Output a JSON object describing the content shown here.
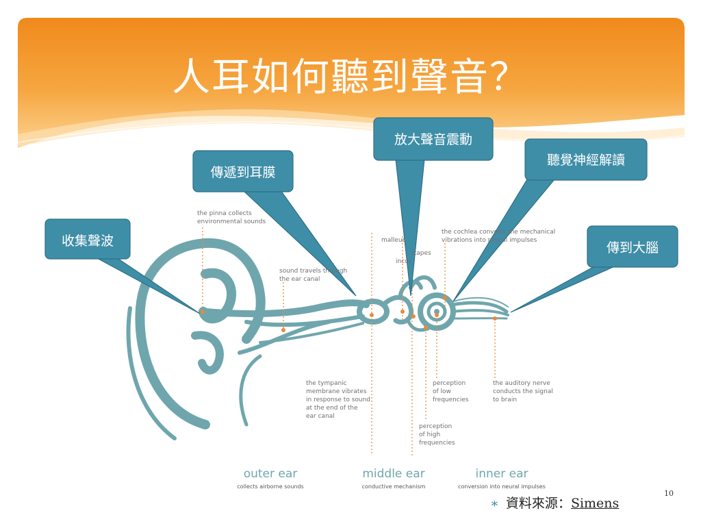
{
  "slide": {
    "title": "人耳如何聽到聲音？",
    "page_number": "10",
    "source_prefix": "資料來源：",
    "source_link": "Simens",
    "bullet": "∗"
  },
  "colors": {
    "banner_orange": "#f39a2a",
    "banner_light": "#fbc879",
    "callout_fill": "#3f8ea8",
    "callout_stroke": "#2d6f86",
    "ear_teal": "#6fa6ad",
    "marker_orange": "#e88a3c"
  },
  "callouts": [
    {
      "id": "collect",
      "label": "收集聲波"
    },
    {
      "id": "eardrum",
      "label": "傳遞到耳膜"
    },
    {
      "id": "amplify",
      "label": "放大聲音震動"
    },
    {
      "id": "decode",
      "label": "聽覺神經解讀"
    },
    {
      "id": "brain",
      "label": "傳到大腦"
    }
  ],
  "diagram": {
    "pinna": "the pinna collects\nenvironmental sounds",
    "canal": "sound travels through\nthe ear canal",
    "malleus": "malleus",
    "incus": "incus",
    "stapes": "stapes",
    "cochlea": "the cochlea converts the mechanical\nvibrations into neural impulses",
    "tympanic": "the tympanic\nmembrane vibrates\nin response to sound\nat the end of the\near canal",
    "low_freq": "perception\nof low\nfrequencies",
    "high_freq": "perception\nof high\nfrequencies",
    "nerve": "the auditory nerve\nconducts the signal\nto brain",
    "sections": [
      {
        "title": "outer ear",
        "subtitle": "collects airborne sounds"
      },
      {
        "title": "middle ear",
        "subtitle": "conductive mechanism"
      },
      {
        "title": "inner ear",
        "subtitle": "conversion into neural impulses"
      }
    ]
  }
}
